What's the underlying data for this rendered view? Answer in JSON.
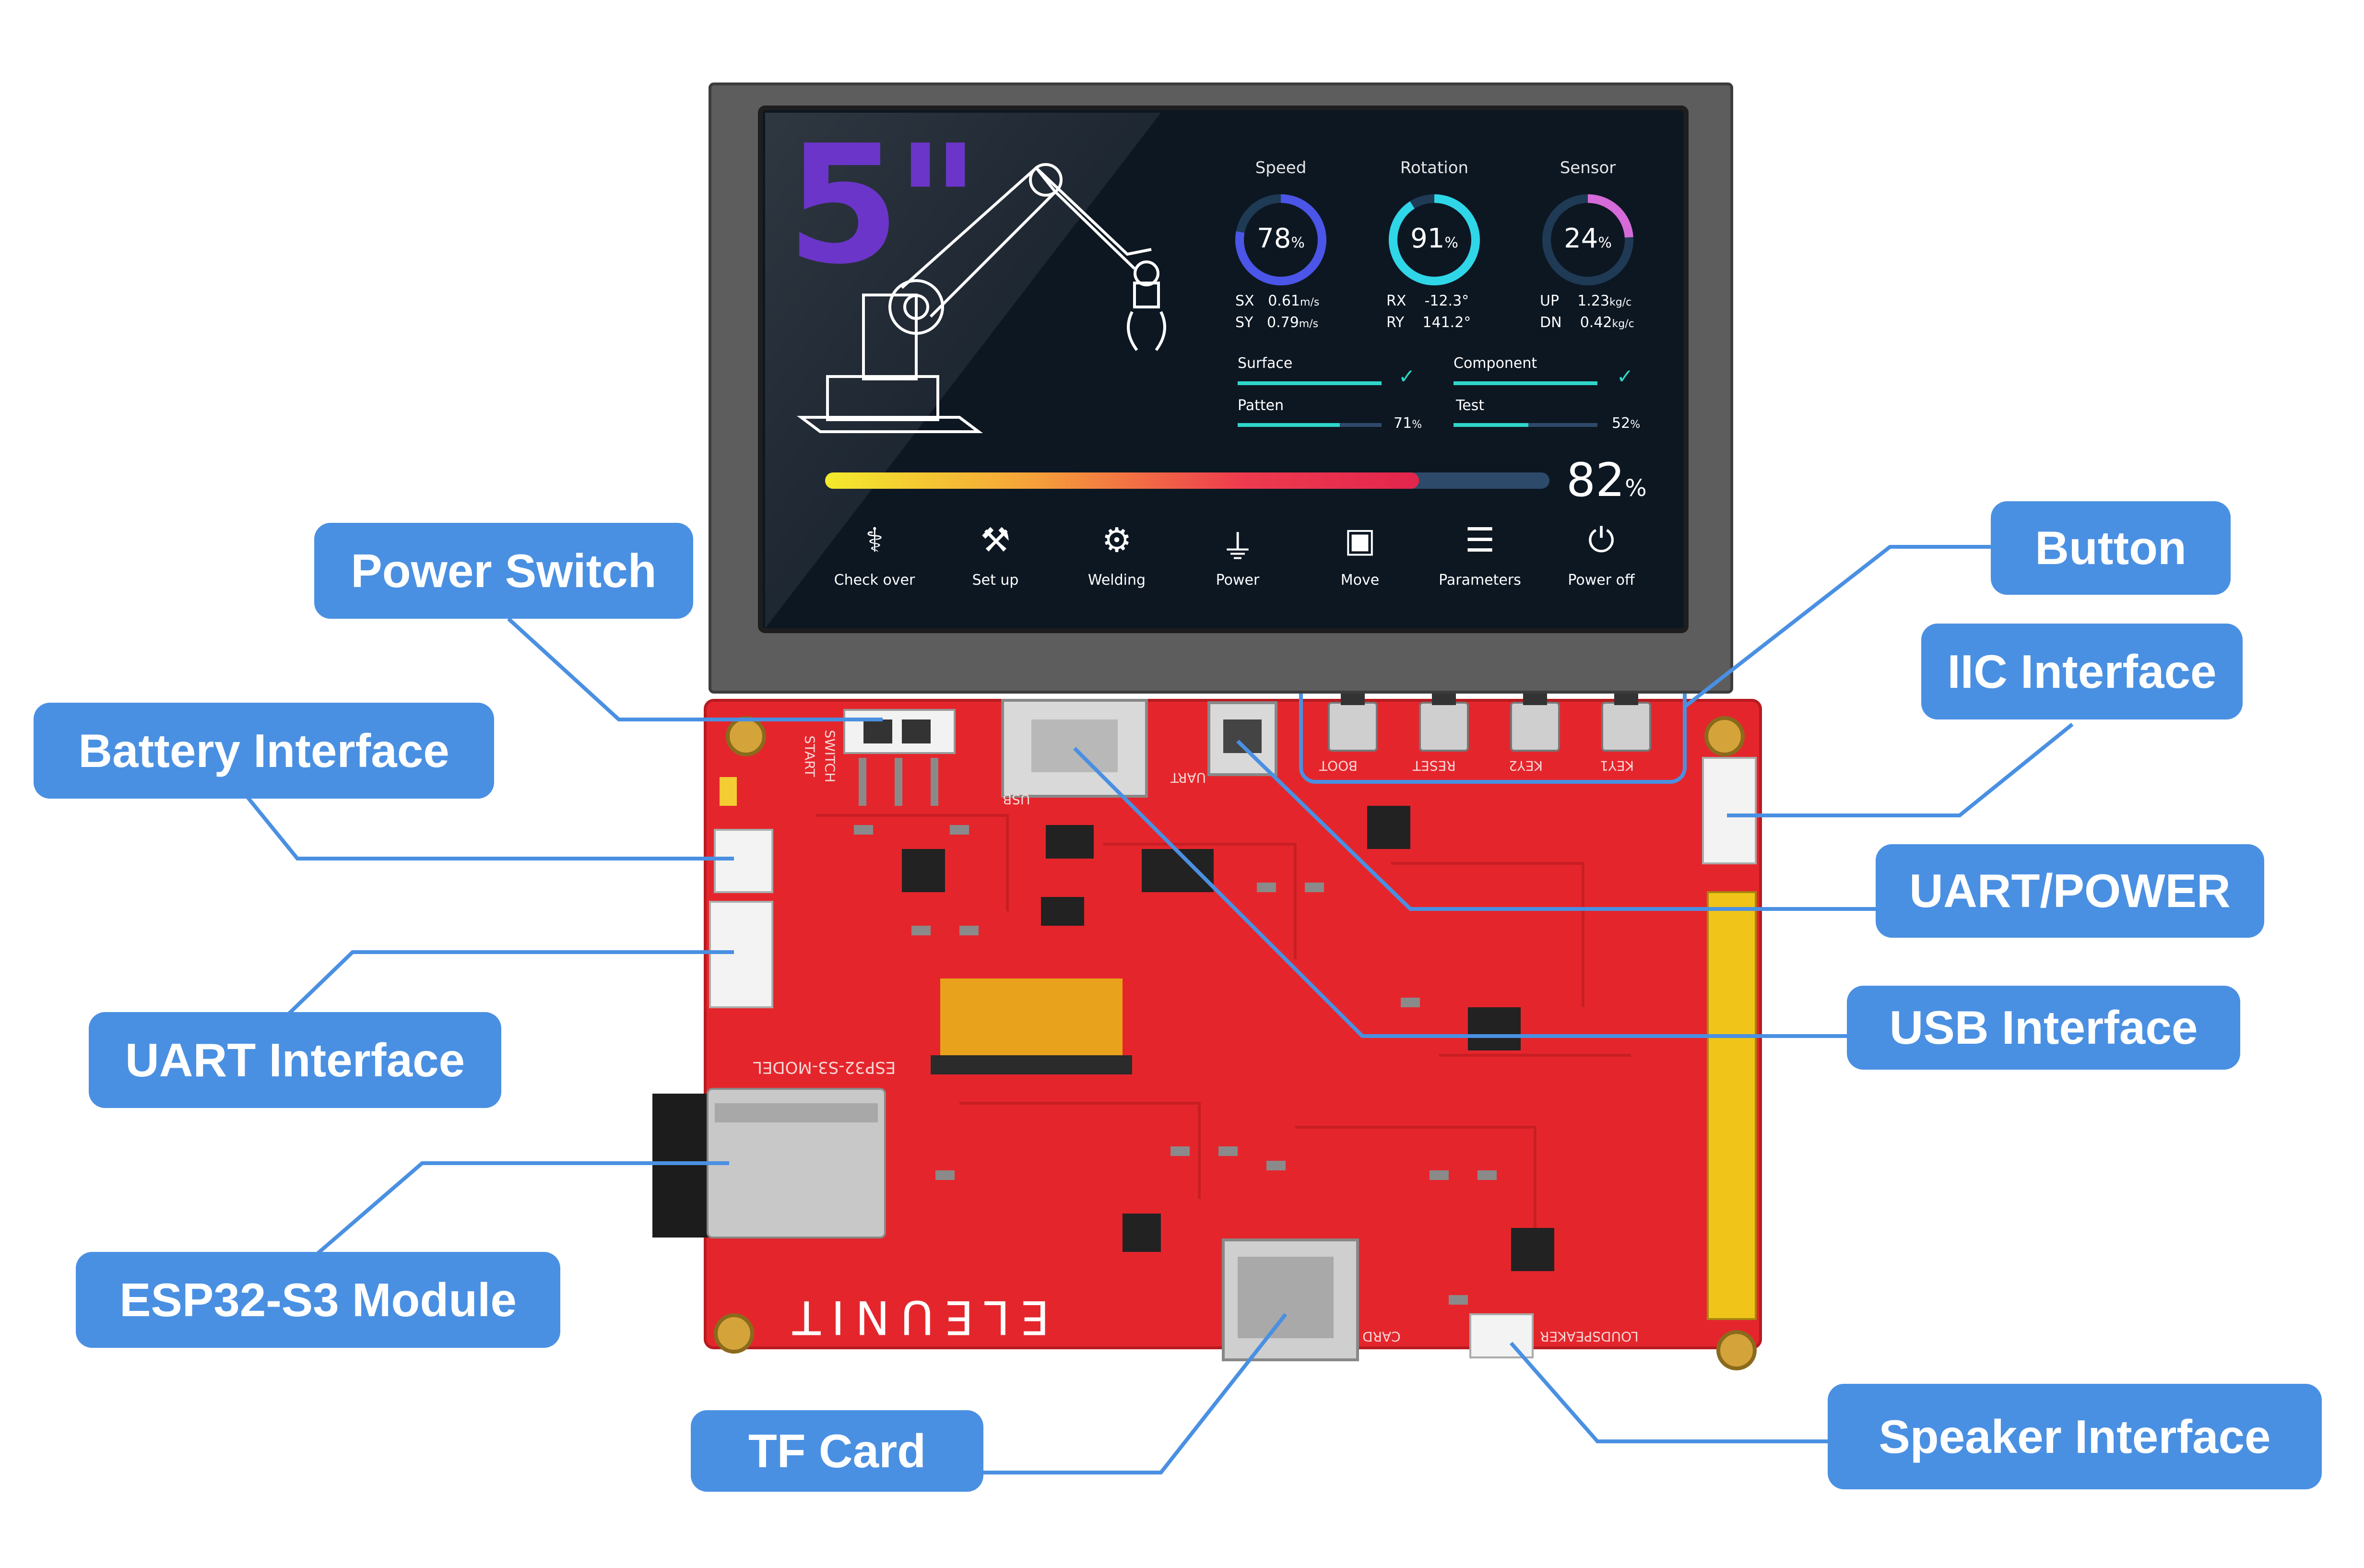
{
  "screen": {
    "size_label": "5\"",
    "gauges": [
      {
        "title": "Speed",
        "value": "78",
        "unit": "%",
        "fraction": 0.78,
        "color": "#4b55e8"
      },
      {
        "title": "Rotation",
        "value": "91",
        "unit": "%",
        "fraction": 0.91,
        "color": "#2fd6e8"
      },
      {
        "title": "Sensor",
        "value": "24",
        "unit": "%",
        "fraction": 0.24,
        "color": "#d66ad8"
      }
    ],
    "stats": [
      {
        "label": "SX",
        "value": "0.61",
        "unit": "m/s"
      },
      {
        "label": "SY",
        "value": "0.79",
        "unit": "m/s"
      },
      {
        "label": "RX",
        "value": "-12.3°",
        "unit": ""
      },
      {
        "label": "RY",
        "value": "141.2°",
        "unit": ""
      },
      {
        "label": "UP",
        "value": "1.23",
        "unit": "kg/c"
      },
      {
        "label": "DN",
        "value": "0.42",
        "unit": "kg/c"
      }
    ],
    "progress": [
      {
        "label": "Surface",
        "value": "",
        "fraction": 1.0,
        "done": true
      },
      {
        "label": "Component",
        "value": "",
        "fraction": 1.0,
        "done": true
      },
      {
        "label": "Patten",
        "value": "71",
        "unit": "%",
        "fraction": 0.71,
        "done": false
      },
      {
        "label": "Test",
        "value": "52",
        "unit": "%",
        "fraction": 0.52,
        "done": false
      }
    ],
    "main_progress": {
      "value": "82",
      "unit": "%",
      "fraction": 0.82
    },
    "menu": [
      {
        "label": "Check over",
        "icon": "stethoscope-icon"
      },
      {
        "label": "Set up",
        "icon": "tools-icon"
      },
      {
        "label": "Welding",
        "icon": "gear-icon"
      },
      {
        "label": "Power",
        "icon": "plug-icon"
      },
      {
        "label": "Move",
        "icon": "box-icon"
      },
      {
        "label": "Parameters",
        "icon": "list-icon"
      },
      {
        "label": "Power off",
        "icon": "power-icon"
      }
    ]
  },
  "board": {
    "brand": "ELEUNIT",
    "model": "ESP32-S3-MODEL",
    "silk": {
      "switch": "SWITCH",
      "start": "START",
      "usb": "USB",
      "uart": "UART",
      "boot": "BOOT",
      "reset": "RESET",
      "key2": "KEY2",
      "key1": "KEY1",
      "card": "CARD",
      "loudspeaker": "LOUDSPEAKER"
    }
  },
  "callouts": {
    "power_switch": "Power Switch",
    "battery_interface": "Battery Interface",
    "uart_interface": "UART Interface",
    "esp32_module": "ESP32-S3 Module",
    "tf_card": "TF Card",
    "button": "Button",
    "iic_interface": "IIC Interface",
    "uart_power": "UART/POWER",
    "usb_interface": "USB Interface",
    "speaker_interface": "Speaker Interface"
  },
  "colors": {
    "callout": "#4a90e2",
    "board": "#e4262c",
    "screen_bg": "#0d1722",
    "bezel": "#5d5d5d"
  }
}
